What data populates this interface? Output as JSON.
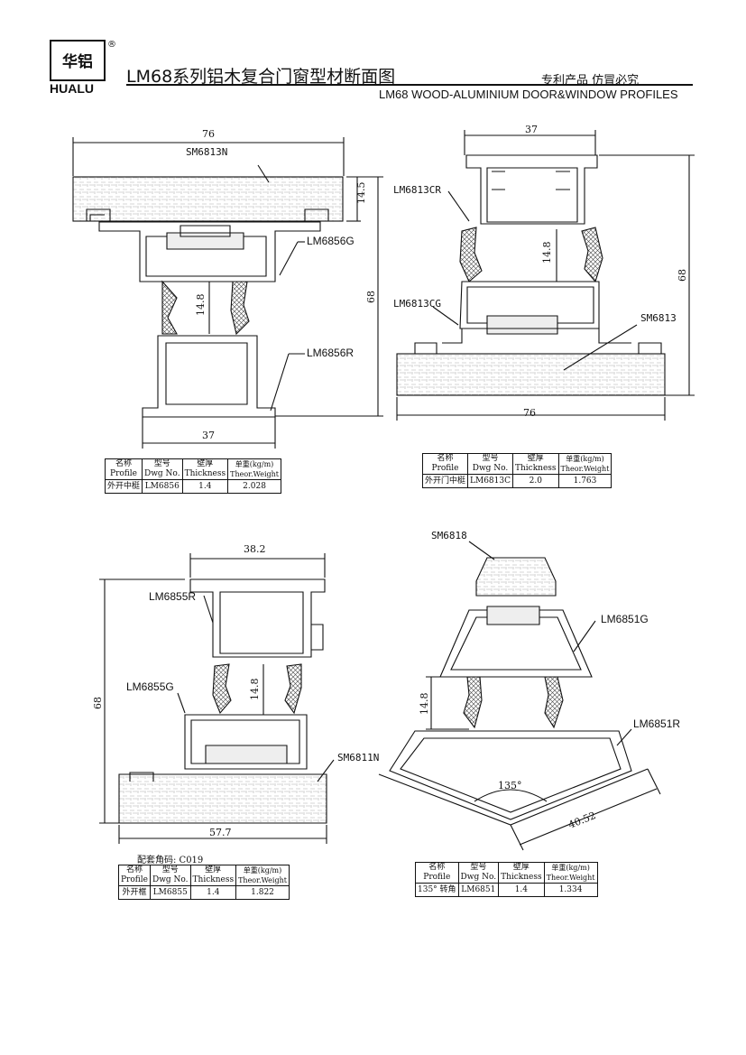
{
  "header": {
    "logo_mark": "华铝",
    "logo_registered": "®",
    "logo_text": "HUALU",
    "title_zh": "LM68系列铝木复合门窗型材断面图",
    "patent_note": "专利产品 仿冒必究",
    "title_en": "LM68 WOOD-ALUMINIUM DOOR&WINDOW PROFILES"
  },
  "table_headers": {
    "name_zh": "名称",
    "name_en": "Profile",
    "dwg_zh": "型号",
    "dwg_en": "Dwg No.",
    "thick_zh": "壁厚",
    "thick_en": "Thickness",
    "weight_zh": "单重(kg/m)",
    "weight_en": "Theor.Weight"
  },
  "sections": [
    {
      "labels": [
        "SM6813N",
        "LM6856G",
        "LM6856R"
      ],
      "dims": [
        "76",
        "14.5",
        "14.8",
        "68",
        "37"
      ],
      "spec": {
        "profile": "外开中梃",
        "dwg": "LM6856",
        "thickness": "1.4",
        "weight": "2.028"
      }
    },
    {
      "labels": [
        "LM6813CR",
        "LM6813CG",
        "SM6813"
      ],
      "dims": [
        "37",
        "14.8",
        "68",
        "76"
      ],
      "spec": {
        "profile": "外开门中梃",
        "dwg": "LM6813C",
        "thickness": "2.0",
        "weight": "1.763"
      }
    },
    {
      "labels": [
        "LM6855R",
        "LM6855G",
        "SM6811N"
      ],
      "dims": [
        "38.2",
        "14.8",
        "68",
        "57.7"
      ],
      "pair_note": "配套角码: C019",
      "spec": {
        "profile": "外开框",
        "dwg": "LM6855",
        "thickness": "1.4",
        "weight": "1.822"
      }
    },
    {
      "labels": [
        "SM6818",
        "LM6851G",
        "LM6851R"
      ],
      "dims": [
        "14.8",
        "135°",
        "40.52"
      ],
      "spec": {
        "profile": "135° 转角",
        "dwg": "LM6851",
        "thickness": "1.4",
        "weight": "1.334"
      }
    }
  ]
}
